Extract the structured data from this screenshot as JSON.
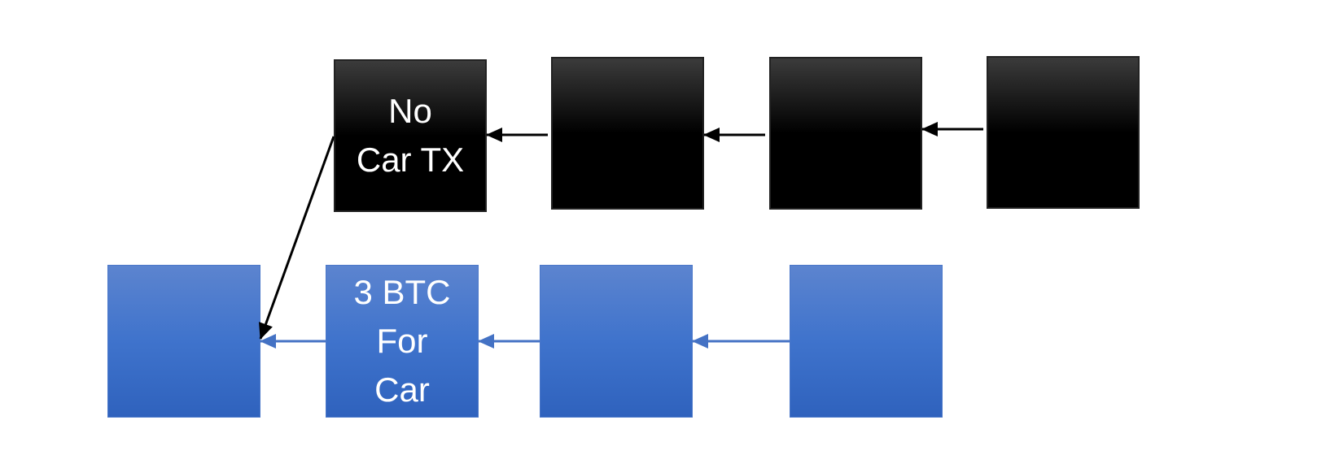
{
  "diagram": {
    "top_chain": {
      "color": "#000000",
      "blocks": [
        {
          "lines": [
            "No",
            "Car TX"
          ]
        },
        {
          "lines": []
        },
        {
          "lines": []
        },
        {
          "lines": []
        }
      ]
    },
    "bottom_chain": {
      "color": "#4472C4",
      "blocks": [
        {
          "lines": []
        },
        {
          "lines": [
            "3 BTC",
            "For",
            "Car"
          ]
        },
        {
          "lines": []
        },
        {
          "lines": []
        }
      ]
    }
  }
}
